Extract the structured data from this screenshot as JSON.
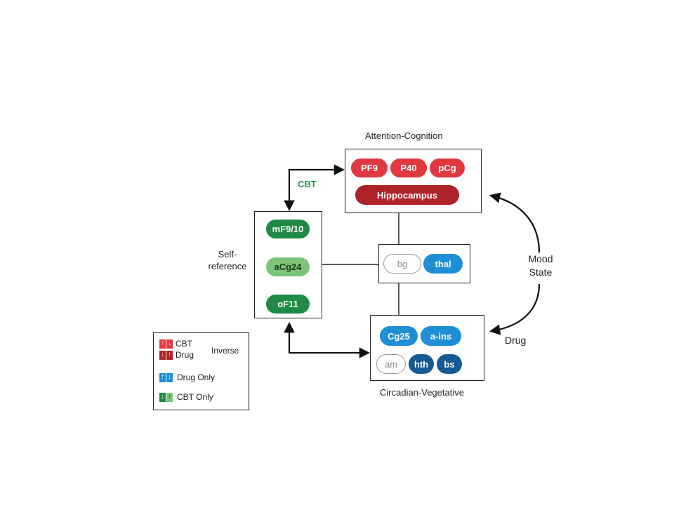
{
  "colors": {
    "red": "#e0383e",
    "dark_red": "#b0222a",
    "dark_green": "#1e8a45",
    "light_green": "#7cc47a",
    "blue": "#1d8fd6",
    "dark_blue": "#155a92",
    "cbt_green": "#1e9a4a",
    "line": "#222222"
  },
  "attention": {
    "title": "Attention-Cognition",
    "nodes": [
      "PF9",
      "P40",
      "pCg"
    ],
    "hippocampus": "Hippocampus"
  },
  "self_reference": {
    "label_line1": "Self-",
    "label_line2": "reference",
    "nodes": [
      "mF9/10",
      "aCg24",
      "oF11"
    ]
  },
  "middle": {
    "nodes": [
      "bg",
      "thal"
    ]
  },
  "circadian": {
    "title": "Circadian-Vegetative",
    "row1": [
      "Cg25",
      "a-ins"
    ],
    "row2": [
      "am",
      "hth",
      "bs"
    ]
  },
  "arrows": {
    "cbt": "CBT",
    "mood_line1": "Mood",
    "mood_line2": "State",
    "drug": "Drug"
  },
  "legend": {
    "cbt": "CBT",
    "drug": "Drug",
    "inverse": "Inverse",
    "drug_only": "Drug Only",
    "cbt_only": "CBT Only"
  }
}
